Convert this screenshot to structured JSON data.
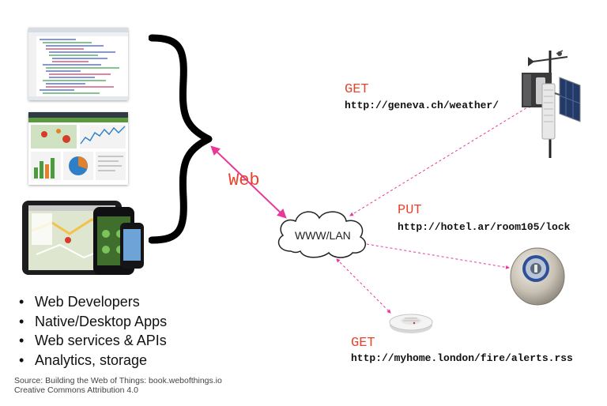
{
  "left_panel": {
    "screenshots": [
      "code-editor-screenshot",
      "analytics-dashboard-screenshot",
      "tablet-phone-map-screenshot"
    ],
    "bullets": [
      {
        "text": "Web Developers"
      },
      {
        "text": "Native/Desktop Apps"
      },
      {
        "text": "Web services & APIs"
      },
      {
        "text": "Analytics, storage"
      }
    ],
    "bullet_glyph": "•"
  },
  "center": {
    "web_label": "Web",
    "cloud_label": "WWW/LAN"
  },
  "requests": [
    {
      "method": "GET",
      "url": "http://geneva.ch/weather/",
      "device": "weather-station"
    },
    {
      "method": "PUT",
      "url": "http://hotel.ar/room105/lock",
      "device": "smart-lock"
    },
    {
      "method": "GET",
      "url": "http://myhome.london/fire/alerts.rss",
      "device": "smoke-detector"
    }
  ],
  "colors": {
    "accent": "#e8432e",
    "arrow": "#e8399a",
    "text": "#111111"
  },
  "footer": {
    "source_line1": "Source: Building the Web of Things: book.webofthings.io",
    "source_line2": "Creative Commons Attribution 4.0"
  }
}
